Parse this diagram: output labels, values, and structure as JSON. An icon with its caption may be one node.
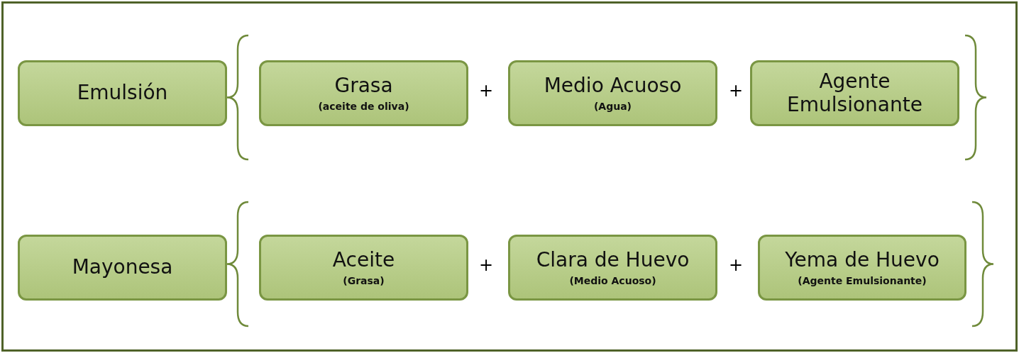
{
  "diagram": {
    "nodes": [
      {
        "text": [
          "Emulsión"
        ]
      },
      {
        "text": [
          "Grasa",
          "(aceite de oliva)"
        ]
      },
      {
        "text": [
          "Medio Acuoso",
          "(Agua)"
        ]
      },
      {
        "text": [
          "Agente Emulsionante"
        ]
      },
      {
        "text": [
          "Mayonesa"
        ]
      },
      {
        "text": [
          "Aceite",
          "(Grasa)"
        ]
      },
      {
        "text": [
          "Clara de Huevo",
          "(Medio Acuoso)"
        ]
      },
      {
        "text": [
          "Yema de Huevo",
          "(Agente Emulsionante)"
        ]
      }
    ],
    "labels": [
      "+",
      "+",
      "+",
      "+"
    ]
  }
}
